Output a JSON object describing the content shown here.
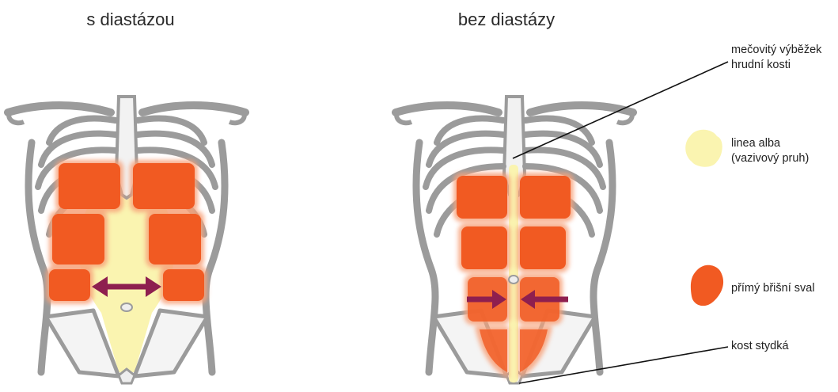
{
  "titles": {
    "left": "s diastázou",
    "right": "bez diastázy"
  },
  "labels": {
    "xiphoid_line1": "mečovitý výběžek",
    "xiphoid_line2": "hrudní kosti",
    "linea_line1": "linea alba",
    "linea_line2": "(vazivový pruh)",
    "rectus": "přímý břišní sval",
    "pubic": "kost stydká"
  },
  "colors": {
    "bone_stroke": "#9b9b9b",
    "bone_fill": "#f2f2f2",
    "linea_alba": "#faf4b0",
    "muscle": "#f15a22",
    "muscle_glow": "#f7a27a",
    "arrow": "#8e1f4f",
    "leader_line": "#111111"
  }
}
